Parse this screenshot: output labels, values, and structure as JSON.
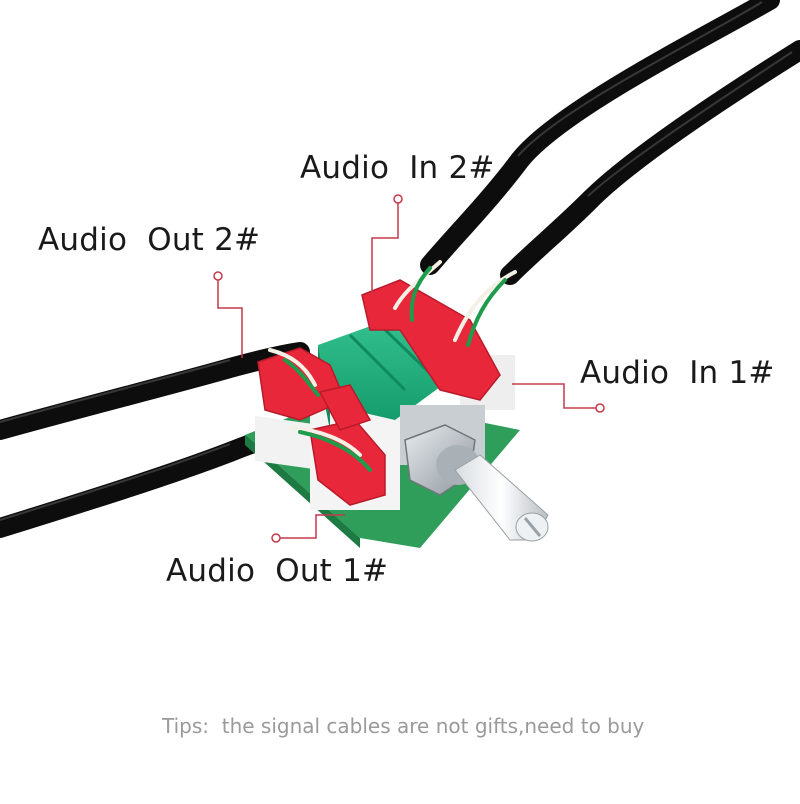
{
  "labels": {
    "audio_in_2": "Audio  In 2#",
    "audio_out_2": "Audio  Out 2#",
    "audio_in_1": "Audio  In 1#",
    "audio_out_1": "Audio  Out 1#"
  },
  "tips": "Tips:  the signal cables are not gifts,need to buy",
  "colors": {
    "background": "#ffffff",
    "pcb": "#2e9e5a",
    "connector": "#e8283a",
    "connector_base": "#f2f2f2",
    "potentiometer_body": "#1fae7e",
    "cable": "#101010",
    "leader_line": "#c33a4a",
    "label_text": "#1a1a1a",
    "tips_text": "#9a9a9a"
  }
}
